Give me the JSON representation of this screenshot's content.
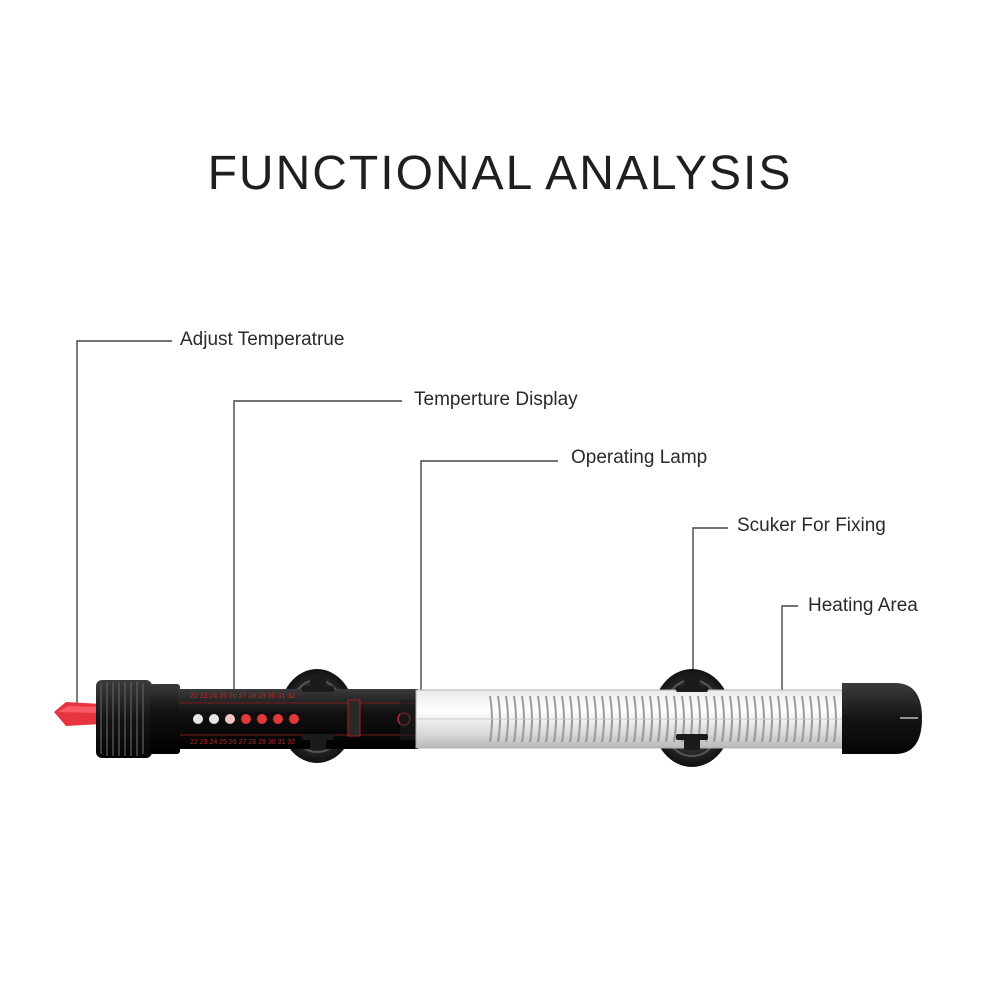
{
  "title": "FUNCTIONAL ANALYSIS",
  "labels": {
    "adjust_temperature": "Adjust Temperatrue",
    "temperature_display": "Temperture Display",
    "operating_lamp": "Operating Lamp",
    "sucker_for_fixing": "Scuker For Fixing",
    "heating_area": "Heating Area"
  },
  "colors": {
    "knob": "#e8343f",
    "cap": "#1a1a1a",
    "display_dots": "#e23a3a",
    "leader_lines": "#444444",
    "text": "#2a2a2a"
  }
}
